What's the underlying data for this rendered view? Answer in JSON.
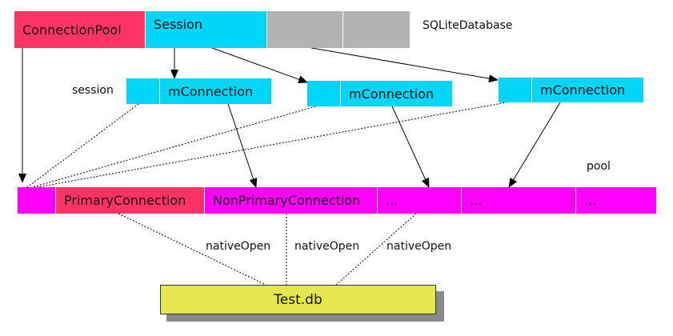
{
  "database_row": {
    "connection_pool_label": "ConnectionPool",
    "session_label": "Session",
    "sqlite_database_label": "SQLiteDatabase"
  },
  "sessions": {
    "session_label": "session",
    "m_connection_1": "mConnection",
    "m_connection_2": "mConnection",
    "m_connection_3": "mConnection"
  },
  "pool_row": {
    "pool_label": "pool",
    "primary_connection": "PrimaryConnection",
    "non_primary_connection": "NonPrimaryConnection",
    "ellipsis_1": "...",
    "ellipsis_2": "...",
    "ellipsis_3": "..."
  },
  "native_open": {
    "label_1": "nativeOpen",
    "label_2": "nativeOpen",
    "label_3": "nativeOpen"
  },
  "database_file": {
    "label": "Test.db"
  },
  "colors": {
    "session_cyan": "#00d6f7",
    "pool_red": "#ff3366",
    "pool_magenta": "#ff00ff",
    "unused_gray": "#b3b3b3",
    "db_yellow": "#e6e64d"
  }
}
